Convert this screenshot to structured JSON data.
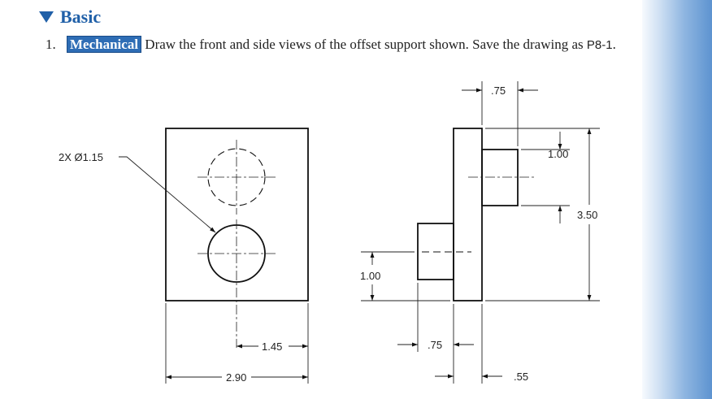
{
  "section": {
    "title": "Basic",
    "icon": "triangle-down-icon"
  },
  "problem": {
    "number": "1.",
    "tag": "Mechanical",
    "text_part1": " Draw the front and side views of the offset support shown. Save the drawing as ",
    "filename": "P8-1",
    "text_part2": "."
  },
  "drawing": {
    "front_view": {
      "hole_callout": "2X Ø1.15",
      "dim_hole_x": "1.45",
      "dim_width": "2.90"
    },
    "side_view": {
      "dim_top_boss_depth": ".75",
      "dim_top_boss_height": "1.00",
      "dim_overall_height": "3.50",
      "dim_lower_boss_height": "1.00",
      "dim_lower_boss_depth": ".75",
      "dim_plate_thickness": ".55"
    }
  },
  "colors": {
    "heading": "#2060a8",
    "tag_background": "#2e6db5",
    "sidebar": "#5d93d0"
  }
}
